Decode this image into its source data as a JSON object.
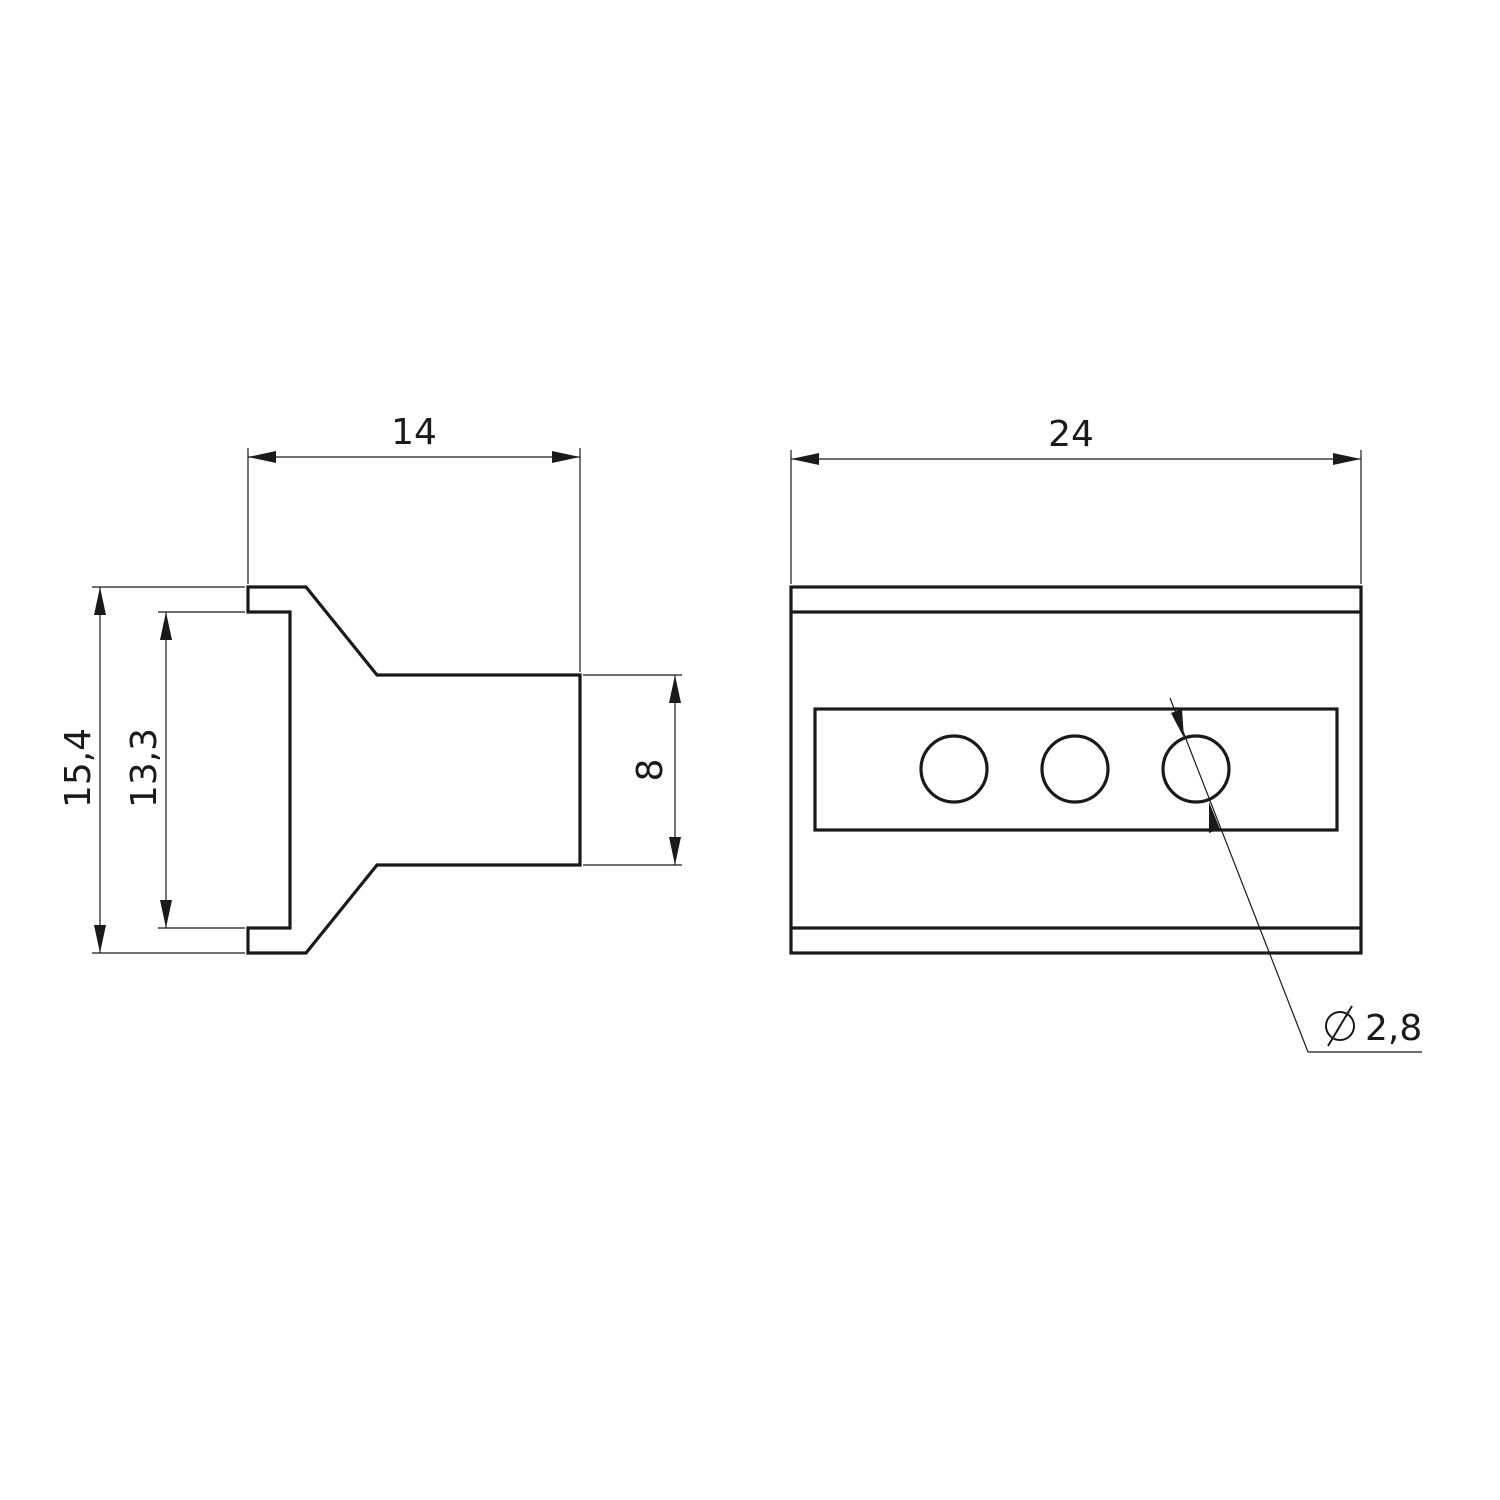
{
  "dimensions": {
    "side_width": "14",
    "front_width": "24",
    "outer_height": "15,4",
    "inner_height": "13,3",
    "neck_height": "8",
    "hole_diameter": "2,8"
  },
  "front_view": {
    "hole_count": 3
  },
  "style": {
    "line_color": "#1a1a1a",
    "background": "#ffffff"
  }
}
